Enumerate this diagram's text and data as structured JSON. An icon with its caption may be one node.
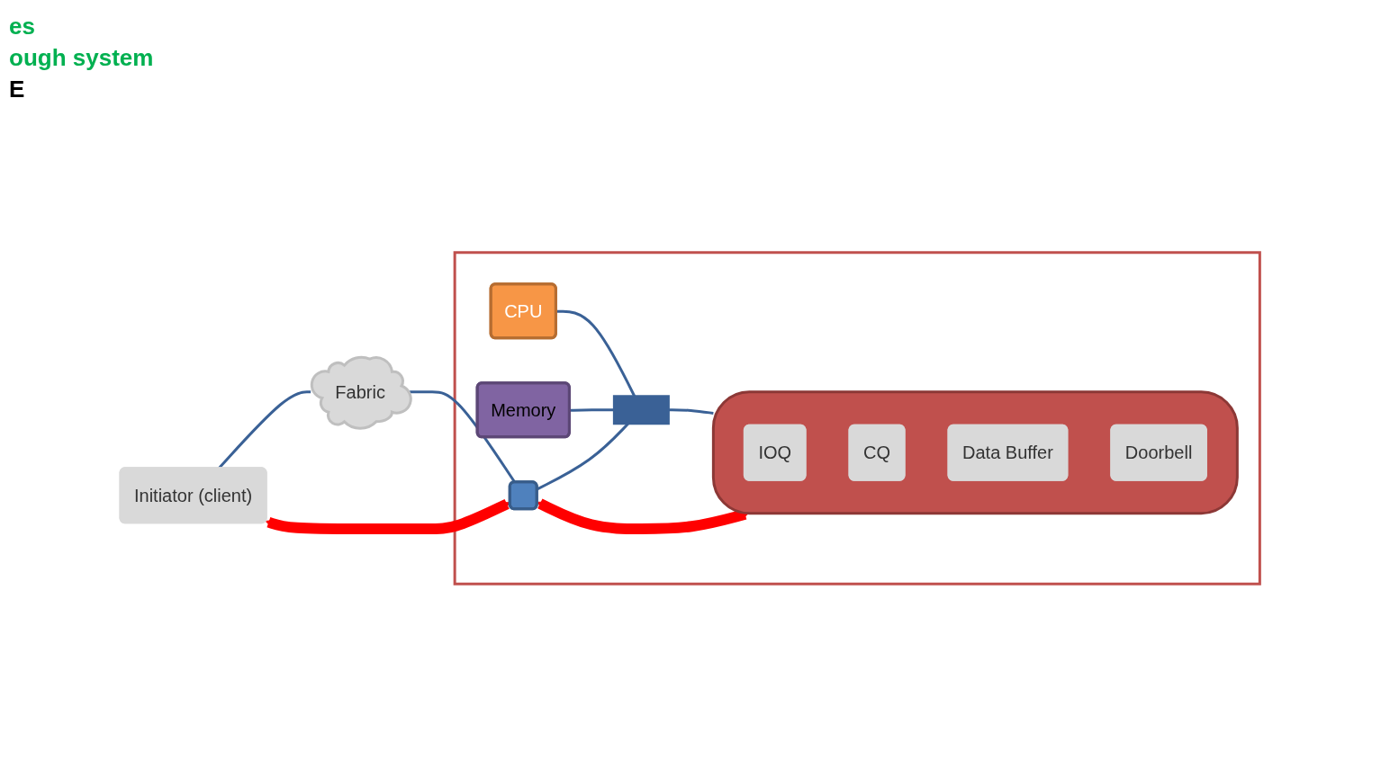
{
  "diagram": {
    "nodes": [
      {
        "text": [],
        "shape": "box"
      },
      {
        "text": [
          "CPU"
        ],
        "in": 0
      },
      {
        "text": [
          "Memory"
        ],
        "in": 0
      },
      {
        "text": [],
        "shape": "bar",
        "in": 0
      },
      {
        "text": [],
        "shape": "box",
        "in": 0
      },
      {
        "text": [],
        "shape": "cylinder",
        "in": 0
      },
      {
        "text": [
          "IOQ"
        ],
        "in": 5
      },
      {
        "text": [
          "CQ"
        ],
        "in": 5
      },
      {
        "text": [
          "Data Buffer"
        ],
        "in": 5
      },
      {
        "text": [
          "Doorbell"
        ],
        "in": 5
      },
      {
        "text": [
          "Initiator (client)"
        ]
      },
      {
        "text": [
          "Fabric"
        ]
      }
    ],
    "edges": [
      {
        "from": 1,
        "to": 3,
        "arrow": "none"
      },
      {
        "from": 2,
        "to": 3,
        "arrow": "none"
      },
      {
        "from": 3,
        "to": 5,
        "arrow": "none"
      },
      {
        "from": 4,
        "to": 3,
        "arrow": "none"
      },
      {
        "from": 10,
        "to": 11,
        "arrow": "none"
      },
      {
        "from": 11,
        "to": 4,
        "arrow": "none"
      },
      {
        "from": 10,
        "to": 4,
        "arrow": "both",
        "style": "thick",
        "color": "#ff0000"
      },
      {
        "from": 4,
        "to": 5,
        "arrow": "both",
        "style": "thick",
        "color": "#ff0000"
      }
    ],
    "labels": [
      "es",
      "ough system",
      "E"
    ]
  }
}
